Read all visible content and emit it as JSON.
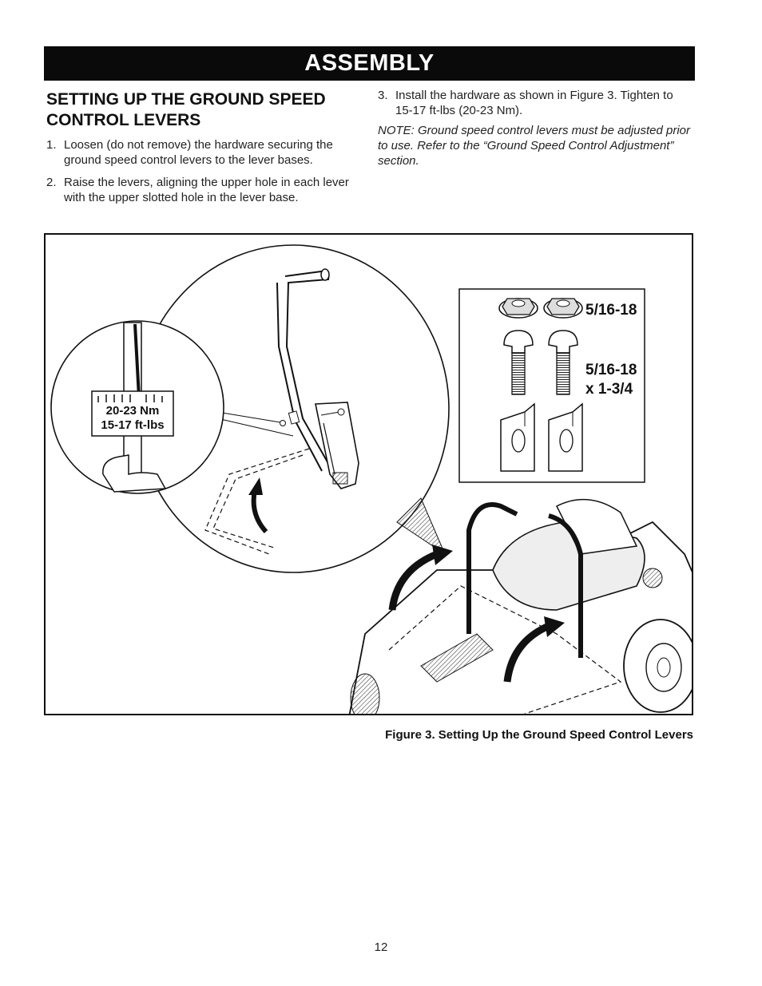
{
  "banner": {
    "title": "ASSEMBLY"
  },
  "section": {
    "heading_line1": "SETTING UP THE GROUND SPEED",
    "heading_line2": "CONTROL LEVERS",
    "steps": [
      {
        "num": "1.",
        "text": "Loosen (do not remove) the hardware securing the ground speed control levers to the lever bases."
      },
      {
        "num": "2.",
        "text": "Raise the levers, aligning the upper hole in each lever with the upper slotted hole in the lever base."
      },
      {
        "num": "3.",
        "text": "Install the hardware as shown in Figure 3. Tighten to 15-17 ft-lbs (20-23 Nm)."
      }
    ],
    "note": "NOTE: Ground speed control levers must be adjusted prior to use. Refer to the “Ground Speed Control Adjustment” section."
  },
  "figure": {
    "torque_nm": "20-23 Nm",
    "torque_ftlbs": "15-17 ft-lbs",
    "nut_label": "5/16-18",
    "bolt_label_line1": "5/16-18",
    "bolt_label_line2": "x 1-3/4",
    "caption": "Figure 3. Setting Up the Ground Speed Control Levers"
  },
  "page_number": "12"
}
